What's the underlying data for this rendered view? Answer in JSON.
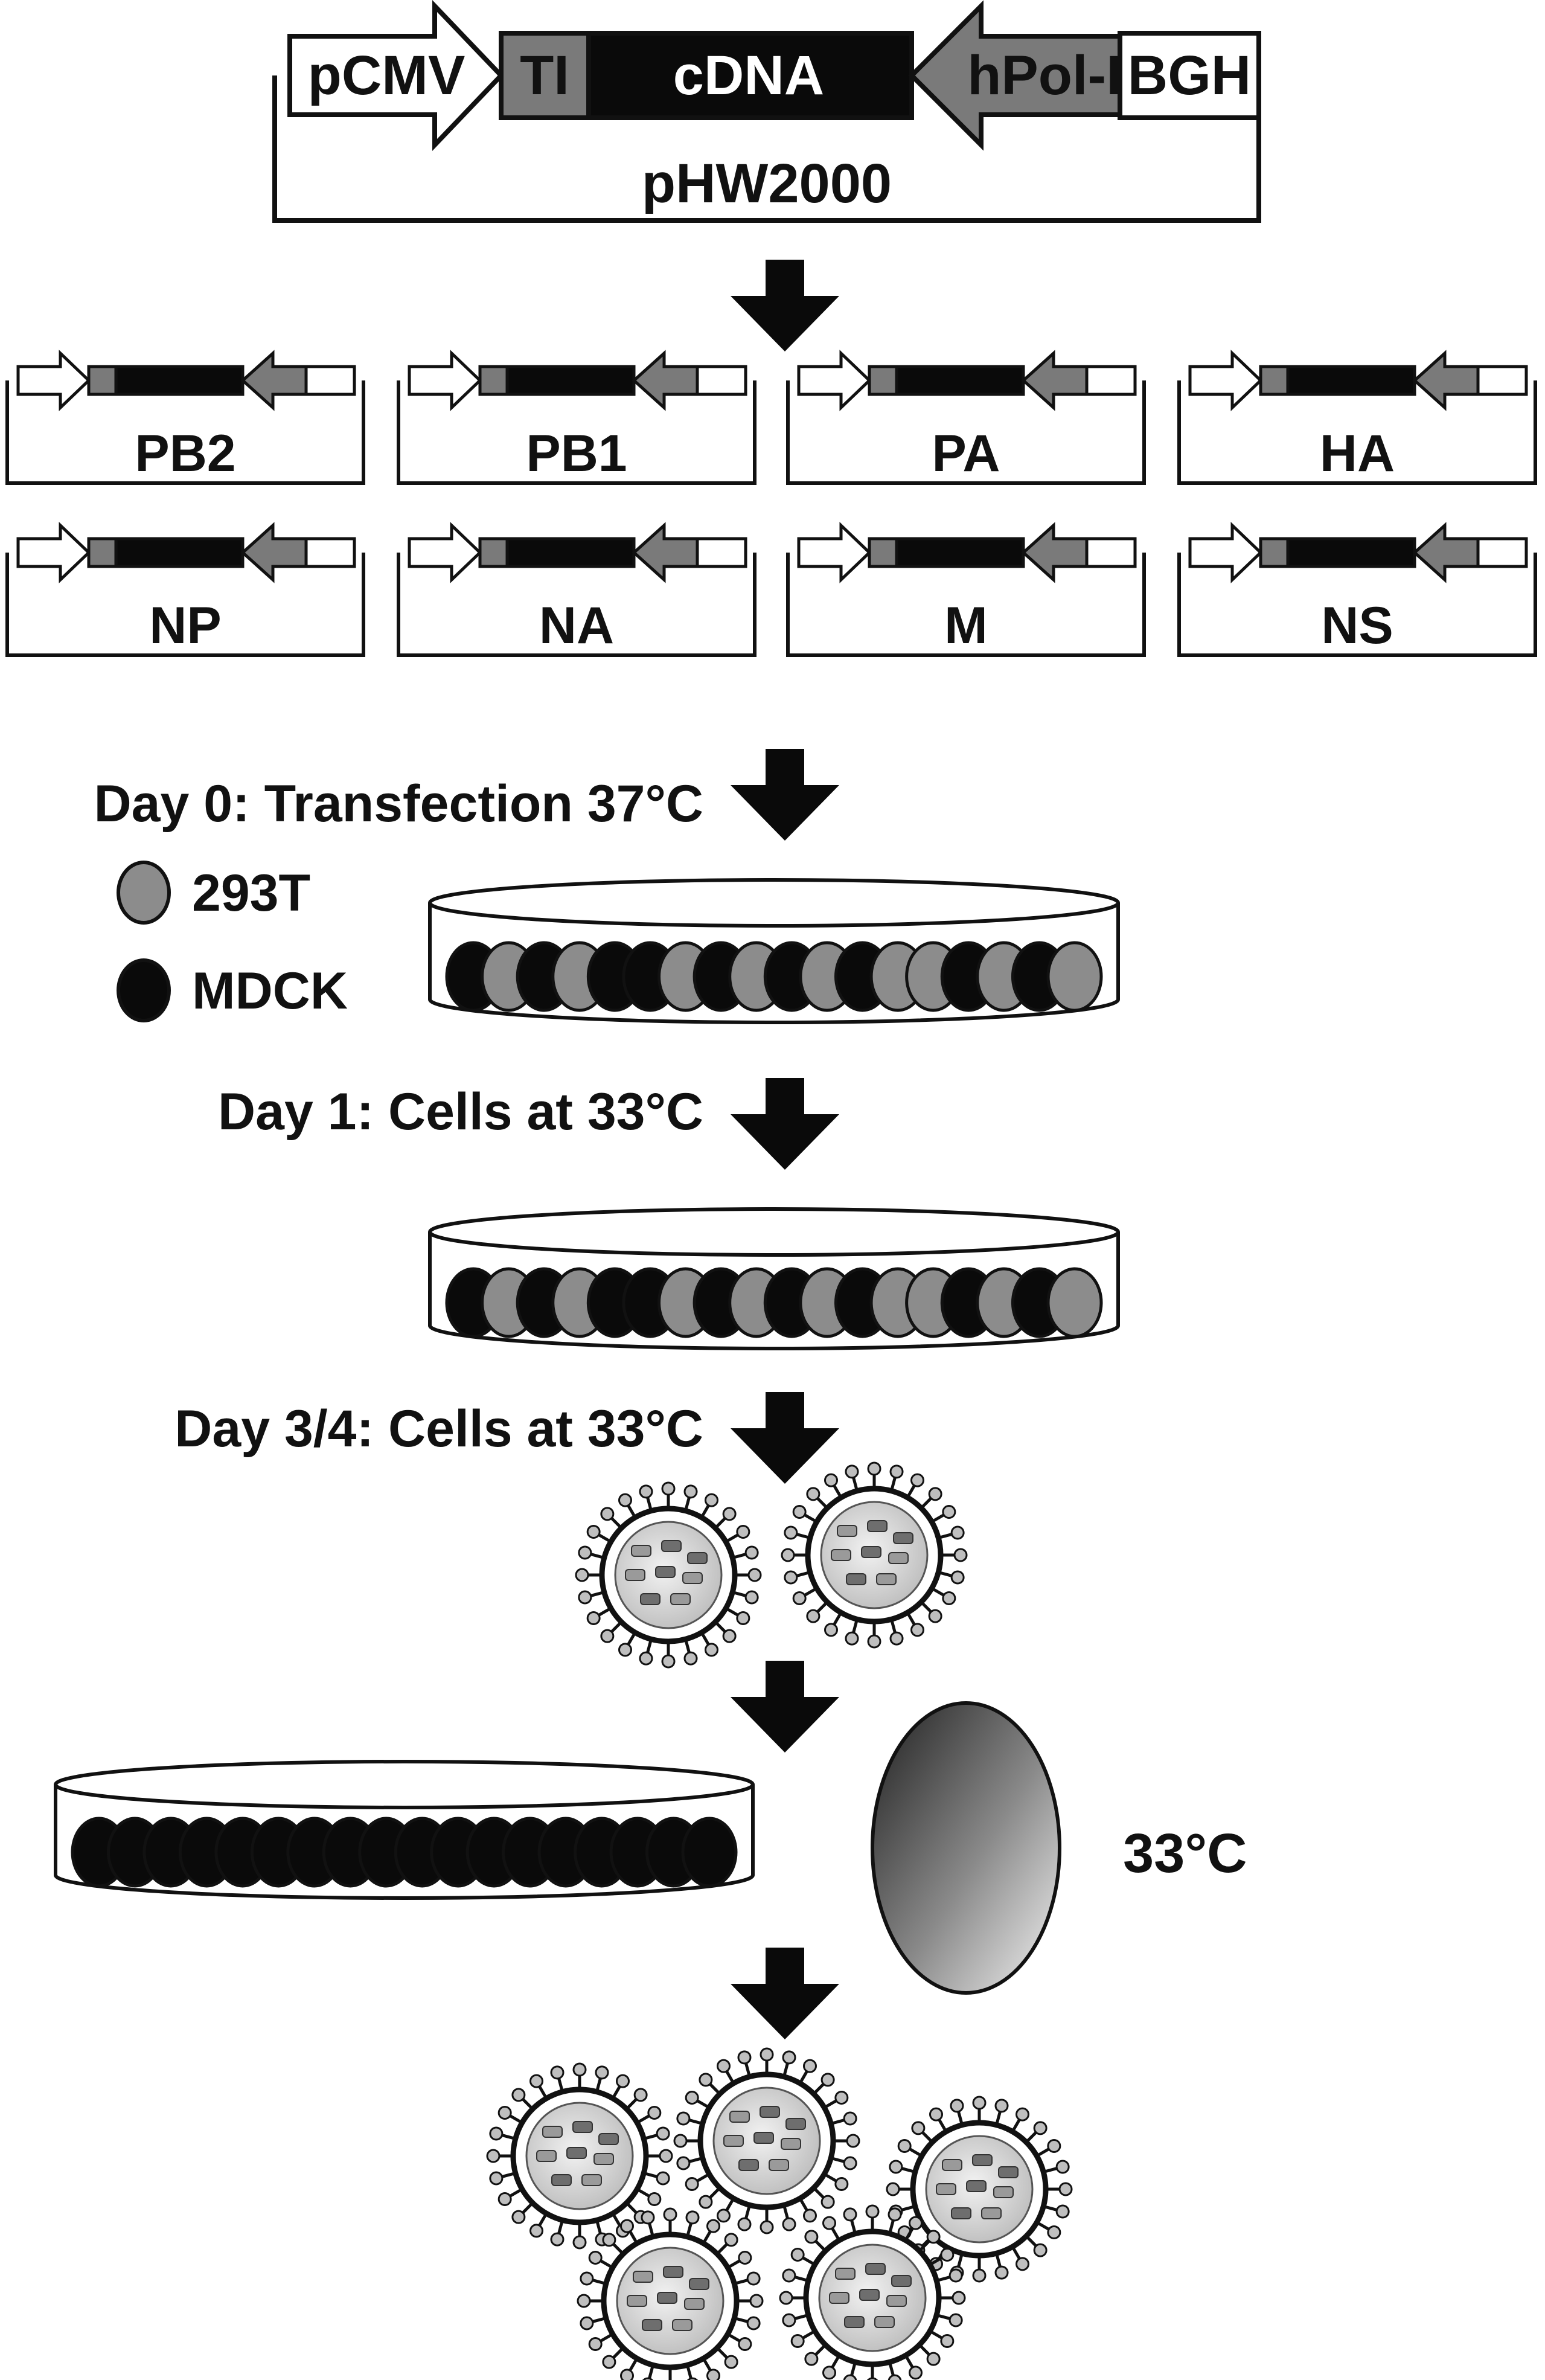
{
  "construct": {
    "promoter_left": "pCMV",
    "ti": "TI",
    "insert": "cDNA",
    "promoter_right": "hPol-I",
    "terminator": "BGH",
    "backbone": "pHW2000"
  },
  "plasmids": [
    "PB2",
    "PB1",
    "PA",
    "HA",
    "NP",
    "NA",
    "M",
    "NS"
  ],
  "steps": {
    "day0": "Day 0: Transfection 37°C",
    "day1": "Day 1: Cells at 33°C",
    "day34": "Day 3/4: Cells at 33°C"
  },
  "legend": [
    {
      "label": "293T",
      "color": "#8c8c8c"
    },
    {
      "label": "MDCK",
      "color": "#0a0a0a"
    }
  ],
  "egg_temperature": "33°C",
  "colors": {
    "ink": "#111111",
    "grey": "#8c8c8c",
    "black": "#0a0a0a",
    "white": "#ffffff"
  }
}
